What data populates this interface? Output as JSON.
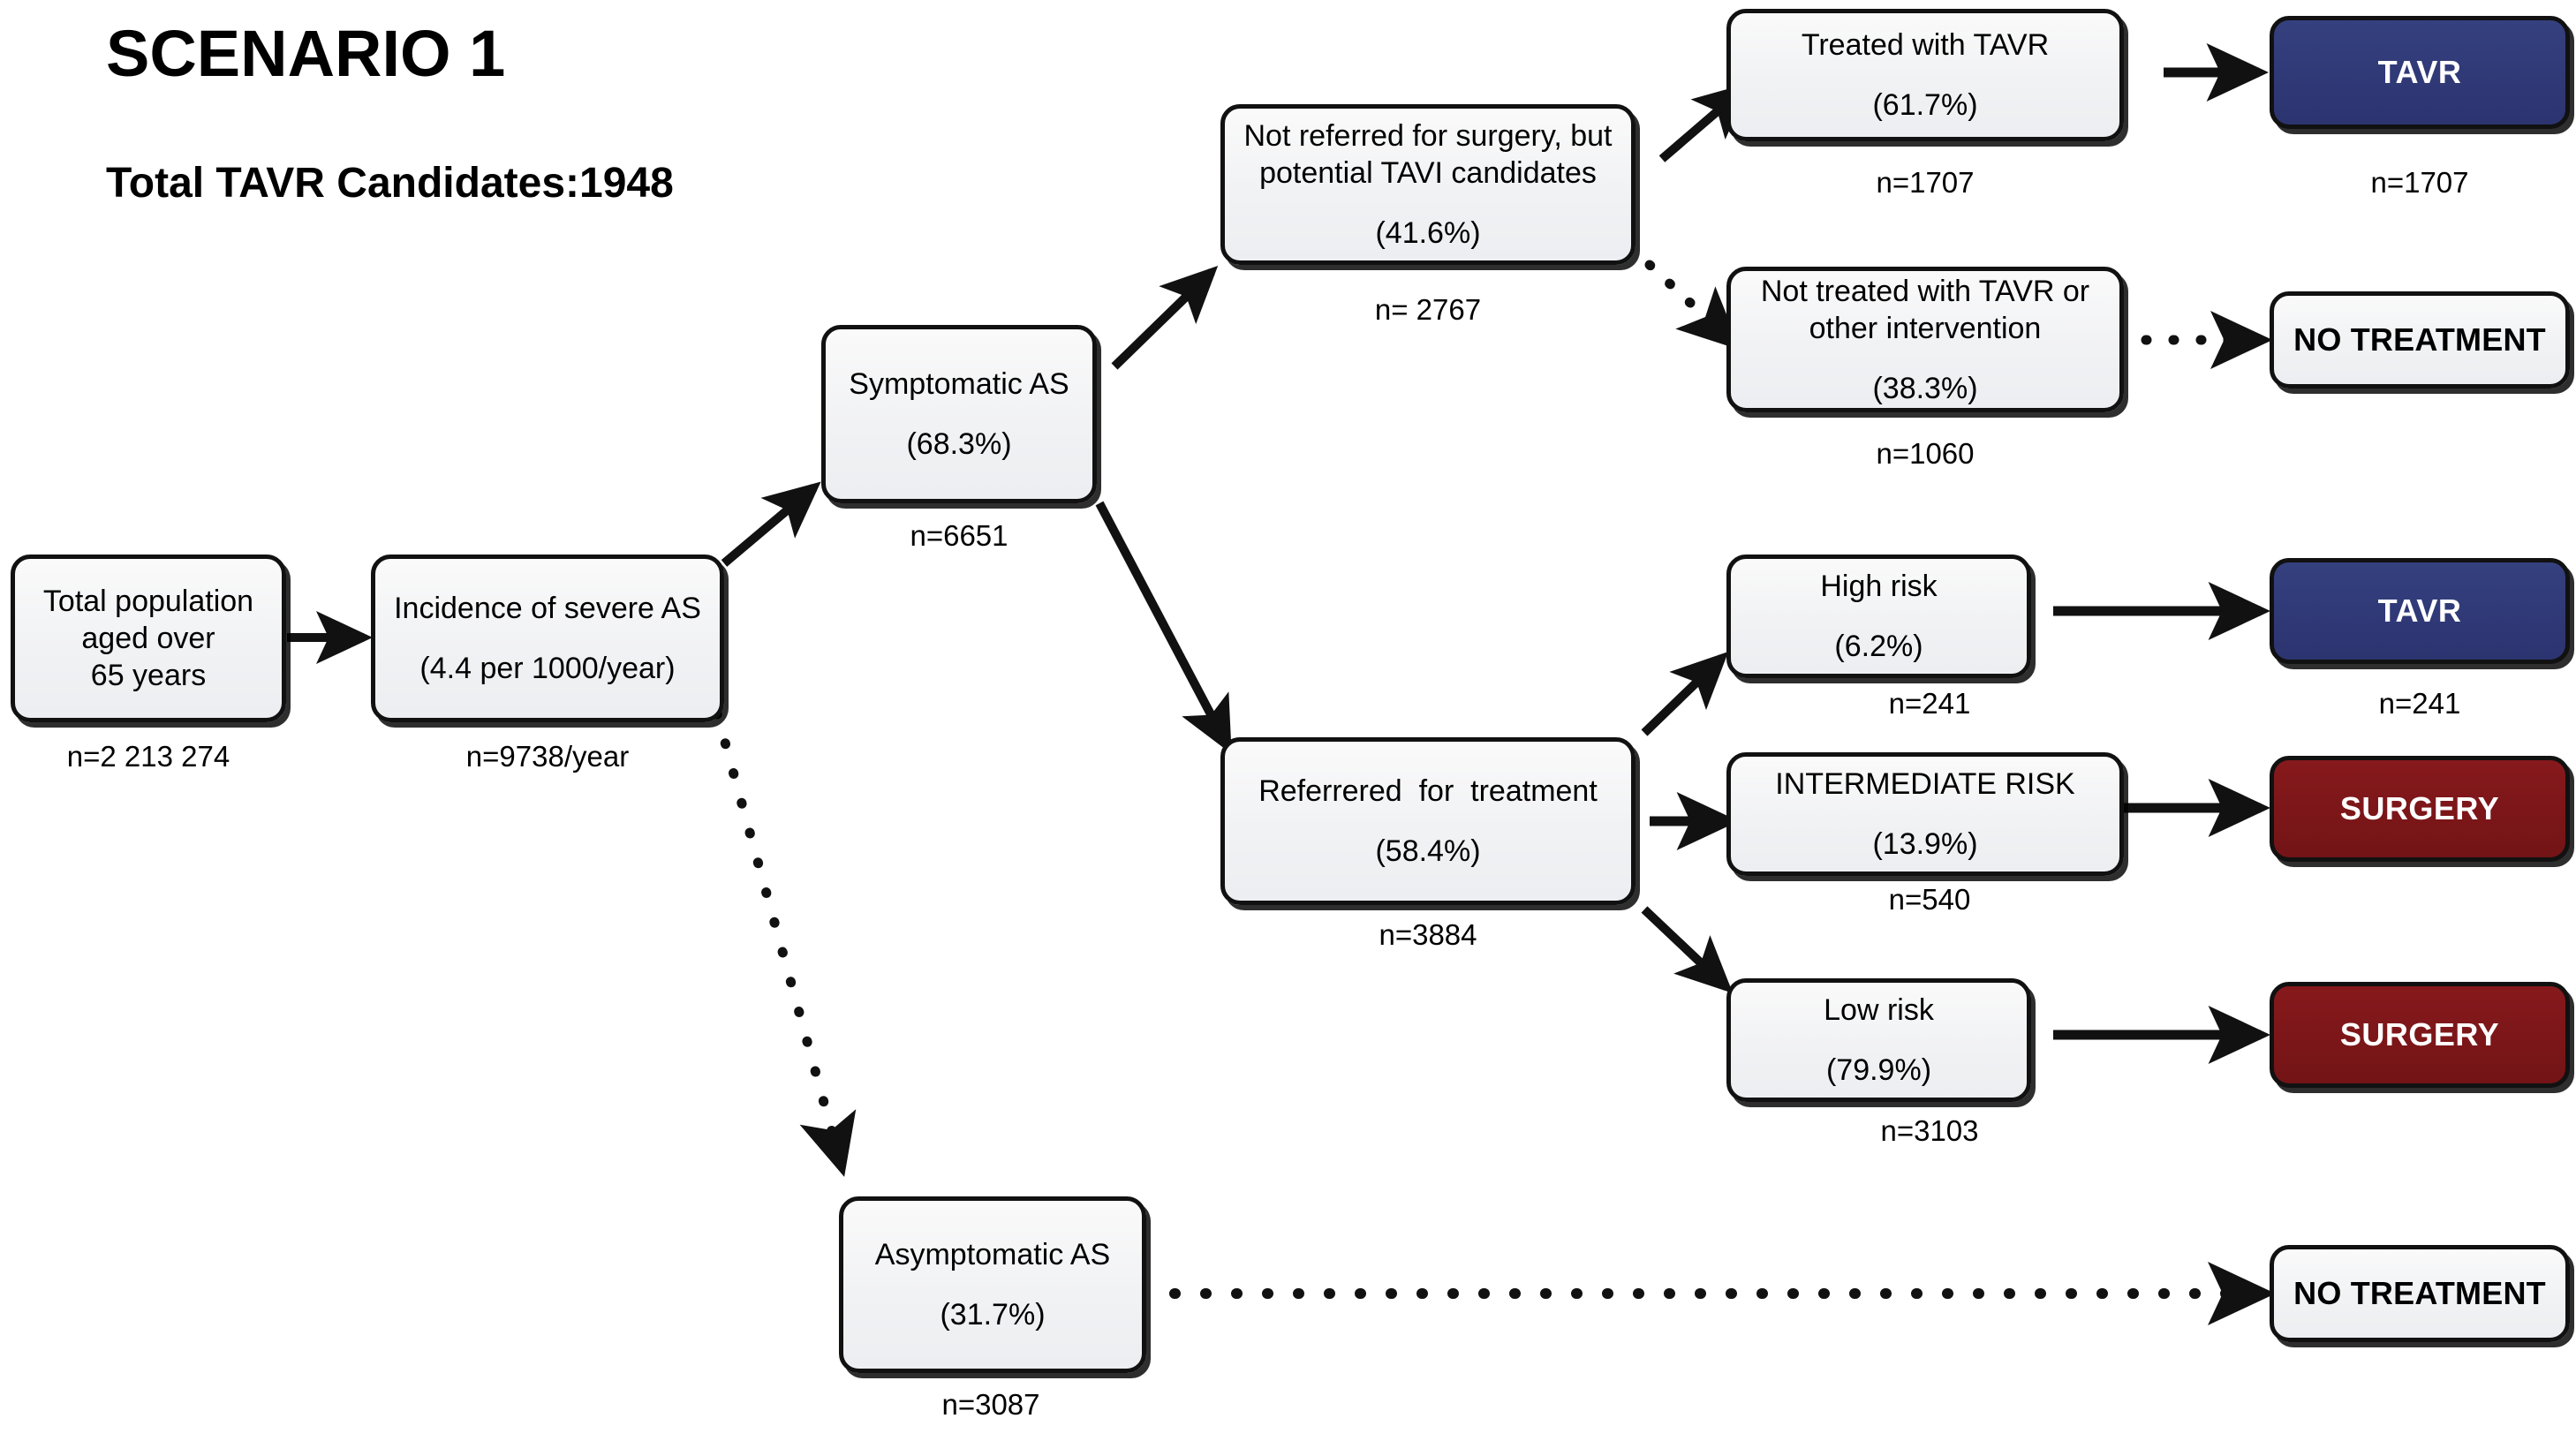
{
  "header": {
    "scenario_title": "SCENARIO 1",
    "candidates_title": "Total TAVR Candidates:1948"
  },
  "colors": {
    "tavr_fill": "#2e3675",
    "surgery_fill": "#7b1619",
    "node_fill": "#f1f2f4",
    "stroke": "#111111",
    "text": "#000000",
    "inverse_text": "#ffffff"
  },
  "nodes": {
    "total_population": {
      "line1": "Total population\naged over\n65 years",
      "line2": "",
      "caption": "n=2 213 274"
    },
    "incidence": {
      "line1": "Incidence of severe AS",
      "line2": "(4.4 per 1000/year)",
      "caption": "n=9738/year"
    },
    "symptomatic": {
      "line1": "Symptomatic AS",
      "line2": "(68.3%)",
      "caption": "n=6651"
    },
    "asymptomatic": {
      "line1": "Asymptomatic AS",
      "line2": "(31.7%)",
      "caption": "n=3087"
    },
    "not_referred": {
      "line1": "Not referred for surgery, but\npotential TAVI candidates",
      "line2": "(41.6%)",
      "caption": "n= 2767"
    },
    "referred": {
      "line1": "Referrered  for  treatment",
      "line2": "(58.4%)",
      "caption": "n=3884"
    },
    "treated_tavr": {
      "line1": "Treated with TAVR",
      "line2": "(61.7%)",
      "caption": "n=1707"
    },
    "not_treated": {
      "line1": "Not  treated with TAVR or\nother intervention",
      "line2": "(38.3%)",
      "caption": "n=1060"
    },
    "high_risk": {
      "line1": "High risk",
      "line2": "(6.2%)",
      "caption": "n=241"
    },
    "intermediate_risk": {
      "line1": "INTERMEDIATE RISK",
      "line2": "(13.9%)",
      "caption": "n=540"
    },
    "low_risk": {
      "line1": "Low risk",
      "line2": "(79.9%)",
      "caption": "n=3103"
    },
    "outcome_tavr_top": {
      "line1": "TAVR",
      "line2": "",
      "caption": "n=1707"
    },
    "outcome_no_treatment_top": {
      "line1": "NO TREATMENT",
      "line2": "",
      "caption": ""
    },
    "outcome_tavr_mid": {
      "line1": "TAVR",
      "line2": "",
      "caption": "n=241"
    },
    "outcome_surgery_mid": {
      "line1": "SURGERY",
      "line2": "",
      "caption": ""
    },
    "outcome_surgery_low": {
      "line1": "SURGERY",
      "line2": "",
      "caption": ""
    },
    "outcome_no_treatment_bottom": {
      "line1": "NO TREATMENT",
      "line2": "",
      "caption": ""
    }
  },
  "edges": [
    {
      "name": "population-to-incidence",
      "style": "solid"
    },
    {
      "name": "incidence-to-symptomatic",
      "style": "solid"
    },
    {
      "name": "incidence-to-asymptomatic",
      "style": "dotted"
    },
    {
      "name": "symptomatic-to-not-referred",
      "style": "solid"
    },
    {
      "name": "symptomatic-to-referred",
      "style": "solid"
    },
    {
      "name": "not-referred-to-treated-tavr",
      "style": "solid"
    },
    {
      "name": "not-referred-to-not-treated",
      "style": "dotted"
    },
    {
      "name": "treated-tavr-to-outcome-tavr",
      "style": "solid"
    },
    {
      "name": "not-treated-to-outcome-no-treatment",
      "style": "dotted"
    },
    {
      "name": "referred-to-high-risk",
      "style": "solid"
    },
    {
      "name": "referred-to-intermediate-risk",
      "style": "solid"
    },
    {
      "name": "referred-to-low-risk",
      "style": "solid"
    },
    {
      "name": "high-risk-to-outcome-tavr",
      "style": "solid"
    },
    {
      "name": "intermediate-risk-to-outcome-surgery",
      "style": "solid"
    },
    {
      "name": "low-risk-to-outcome-surgery",
      "style": "solid"
    },
    {
      "name": "asymptomatic-to-outcome-no-treatment",
      "style": "dotted"
    }
  ]
}
